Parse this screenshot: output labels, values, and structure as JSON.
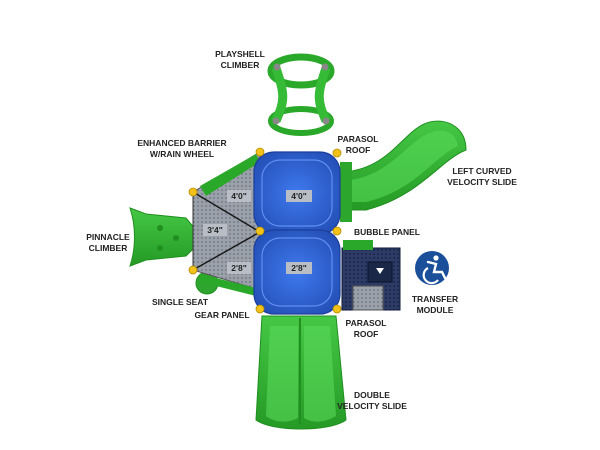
{
  "labels": {
    "playshell_1": "PLAYSHELL",
    "playshell_2": "CLIMBER",
    "barrier_1": "ENHANCED BARRIER",
    "barrier_2": "W/RAIN WHEEL",
    "parasol_top_1": "PARASOL",
    "parasol_top_2": "ROOF",
    "slide_curved_1": "LEFT CURVED",
    "slide_curved_2": "VELOCITY SLIDE",
    "pinnacle_1": "PINNACLE",
    "pinnacle_2": "CLIMBER",
    "bubble": "BUBBLE PANEL",
    "transfer_1": "TRANSFER",
    "transfer_2": "MODULE",
    "single_seat": "SINGLE SEAT",
    "gear_panel": "GEAR PANEL",
    "parasol_bottom_1": "PARASOL",
    "parasol_bottom_2": "ROOF",
    "double_slide_1": "DOUBLE",
    "double_slide_2": "VELOCITY SLIDE"
  },
  "decks": {
    "tri_upper": "4'0\"",
    "tri_mid": "3'4\"",
    "tri_lower": "2'8\"",
    "roof_upper": "4'0\"",
    "roof_lower": "2'8\""
  },
  "icons": {
    "accessibility": "wheelchair-accessible-icon"
  },
  "colors": {
    "green": "#3cc23c",
    "green_dark": "#1f8f1f",
    "blue": "#2f63d6",
    "blue_dark": "#1b3f9a",
    "deck": "#a7adb6",
    "yellow": "#f2c21b",
    "access_bg": "#1b4f9a"
  }
}
